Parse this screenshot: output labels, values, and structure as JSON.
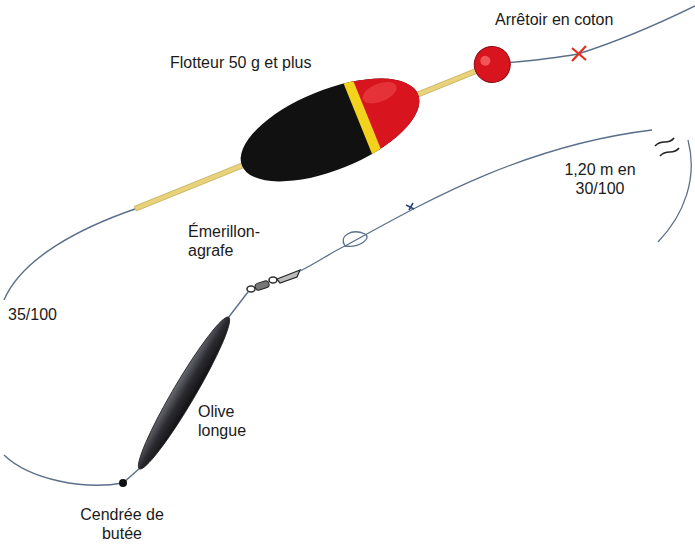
{
  "diagram": {
    "labels": [
      "Arrêtoir en coton",
      "Flotteur 50 g et plus",
      "1,20 m en 30/100",
      "Émerillon-agrafe",
      "35/100",
      "Olive longue",
      "Cendrée de butée"
    ]
  }
}
